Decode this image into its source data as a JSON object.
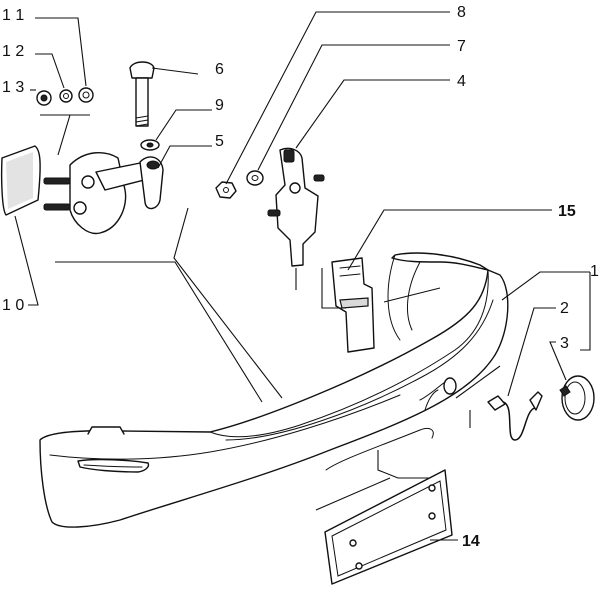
{
  "diagram": {
    "callouts": [
      {
        "id": "1",
        "label": "1"
      },
      {
        "id": "2",
        "label": "2"
      },
      {
        "id": "3",
        "label": "3"
      },
      {
        "id": "4",
        "label": "4"
      },
      {
        "id": "5",
        "label": "5"
      },
      {
        "id": "6",
        "label": "6"
      },
      {
        "id": "7",
        "label": "7"
      },
      {
        "id": "8",
        "label": "8"
      },
      {
        "id": "9",
        "label": "9"
      },
      {
        "id": "10",
        "label": "1 0"
      },
      {
        "id": "11",
        "label": "1 1"
      },
      {
        "id": "12",
        "label": "1 2"
      },
      {
        "id": "13",
        "label": "1 3"
      },
      {
        "id": "14",
        "label": "14"
      },
      {
        "id": "15",
        "label": "15"
      }
    ]
  }
}
